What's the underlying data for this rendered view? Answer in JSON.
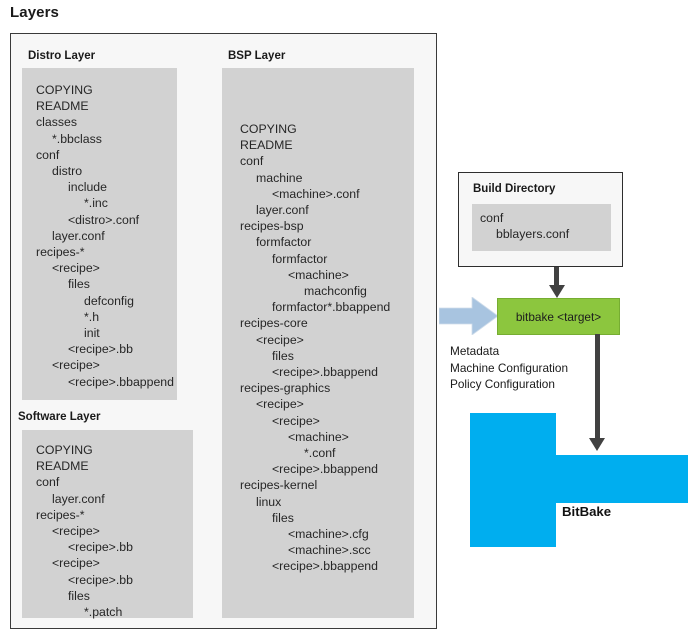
{
  "title": "Layers",
  "layers": {
    "distro": {
      "heading": "Distro Layer",
      "tree": [
        {
          "label": "COPYING",
          "depth": 0
        },
        {
          "label": "README",
          "depth": 0
        },
        {
          "label": "classes",
          "depth": 0
        },
        {
          "label": "*.bbclass",
          "depth": 1
        },
        {
          "label": "conf",
          "depth": 0
        },
        {
          "label": "distro",
          "depth": 1
        },
        {
          "label": "include",
          "depth": 2
        },
        {
          "label": "*.inc",
          "depth": 3
        },
        {
          "label": "<distro>.conf",
          "depth": 2
        },
        {
          "label": "layer.conf",
          "depth": 1
        },
        {
          "label": "recipes-*",
          "depth": 0
        },
        {
          "label": "<recipe>",
          "depth": 1
        },
        {
          "label": "files",
          "depth": 2
        },
        {
          "label": "defconfig",
          "depth": 3
        },
        {
          "label": "*.h",
          "depth": 3
        },
        {
          "label": "init",
          "depth": 3
        },
        {
          "label": "<recipe>.bb",
          "depth": 2
        },
        {
          "label": "<recipe>",
          "depth": 1
        },
        {
          "label": "<recipe>.bbappend",
          "depth": 2
        }
      ]
    },
    "bsp": {
      "heading": "BSP Layer",
      "tree": [
        {
          "label": "COPYING",
          "depth": 0
        },
        {
          "label": "README",
          "depth": 0
        },
        {
          "label": "conf",
          "depth": 0
        },
        {
          "label": "machine",
          "depth": 1
        },
        {
          "label": "<machine>.conf",
          "depth": 2
        },
        {
          "label": "layer.conf",
          "depth": 1
        },
        {
          "label": "recipes-bsp",
          "depth": 0
        },
        {
          "label": "formfactor",
          "depth": 1
        },
        {
          "label": "formfactor",
          "depth": 2
        },
        {
          "label": "<machine>",
          "depth": 3
        },
        {
          "label": "machconfig",
          "depth": 4
        },
        {
          "label": "formfactor*.bbappend",
          "depth": 2
        },
        {
          "label": "recipes-core",
          "depth": 0
        },
        {
          "label": "<recipe>",
          "depth": 1
        },
        {
          "label": "files",
          "depth": 2
        },
        {
          "label": "<recipe>.bbappend",
          "depth": 2
        },
        {
          "label": "recipes-graphics",
          "depth": 0
        },
        {
          "label": "<recipe>",
          "depth": 1
        },
        {
          "label": "<recipe>",
          "depth": 2
        },
        {
          "label": "<machine>",
          "depth": 3
        },
        {
          "label": "*.conf",
          "depth": 4
        },
        {
          "label": "<recipe>.bbappend",
          "depth": 2
        },
        {
          "label": "recipes-kernel",
          "depth": 0
        },
        {
          "label": "linux",
          "depth": 1
        },
        {
          "label": "files",
          "depth": 2
        },
        {
          "label": "<machine>.cfg",
          "depth": 3
        },
        {
          "label": "<machine>.scc",
          "depth": 3
        },
        {
          "label": "<recipe>.bbappend",
          "depth": 2
        }
      ]
    },
    "software": {
      "heading": "Software Layer",
      "tree": [
        {
          "label": "COPYING",
          "depth": 0
        },
        {
          "label": "README",
          "depth": 0
        },
        {
          "label": "conf",
          "depth": 0
        },
        {
          "label": "layer.conf",
          "depth": 1
        },
        {
          "label": "recipes-*",
          "depth": 0
        },
        {
          "label": "<recipe>",
          "depth": 1
        },
        {
          "label": "<recipe>.bb",
          "depth": 2
        },
        {
          "label": "<recipe>",
          "depth": 1
        },
        {
          "label": "<recipe>.bb",
          "depth": 2
        },
        {
          "label": "files",
          "depth": 2
        },
        {
          "label": "*.patch",
          "depth": 3
        }
      ]
    }
  },
  "build_directory": {
    "heading": "Build Directory",
    "tree": [
      {
        "label": "conf",
        "depth": 0
      },
      {
        "label": "bblayers.conf",
        "depth": 1
      }
    ]
  },
  "bitbake_target": {
    "label": "bitbake <target>",
    "color": "#8cc63e"
  },
  "metadata_caption": [
    "Metadata",
    "Machine Configuration",
    "Policy Configuration"
  ],
  "bitbake_shape": {
    "label": "BitBake",
    "color": "#00aeef"
  },
  "colors": {
    "panel_grey": "#d2d2d2",
    "frame_border": "#3a3a3a",
    "arrow_grey": "#414141",
    "block_arrow_blue": "#a8c4e0",
    "green": "#8cc63e",
    "blue": "#00aeef"
  }
}
